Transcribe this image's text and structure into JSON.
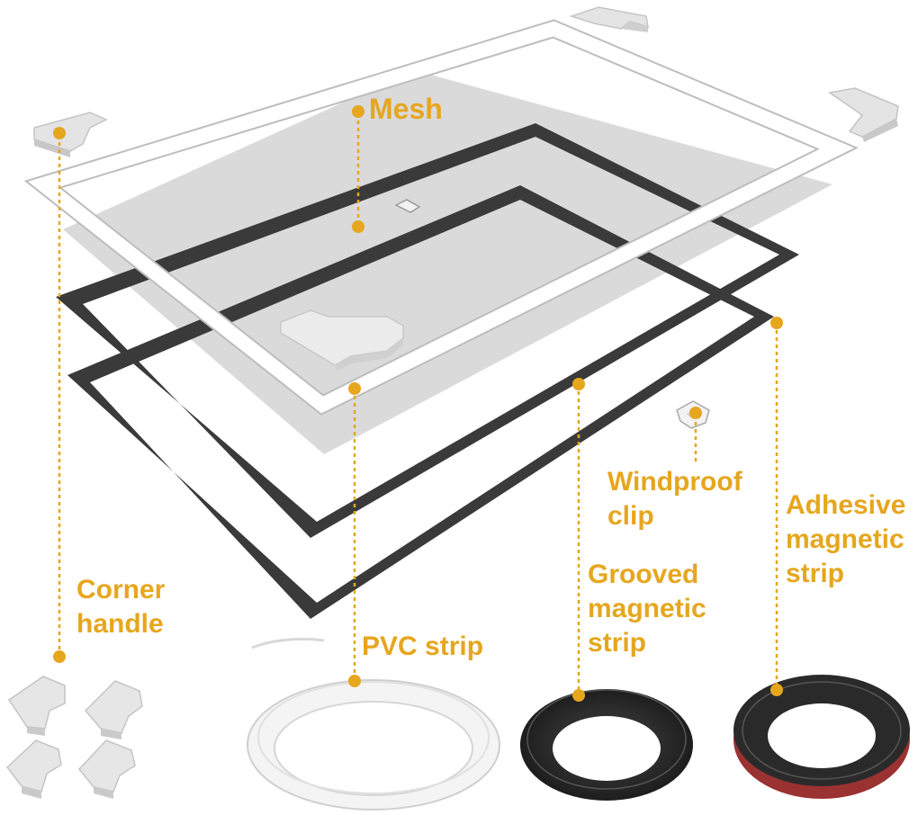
{
  "colors": {
    "accent": "#e6a61e",
    "mesh_gray": "#dadada",
    "magnet_dark": "#3a3a3a",
    "adhesive_red": "#9a3232",
    "pvc_white": "#f4f4f4"
  },
  "labels": {
    "mesh": {
      "lines": [
        "Mesh"
      ]
    },
    "windproof_clip": {
      "lines": [
        "Windproof",
        "clip"
      ]
    },
    "adhesive_magnetic_strip": {
      "lines": [
        "Adhesive",
        "magnetic",
        "strip"
      ]
    },
    "corner_handle": {
      "lines": [
        "Corner",
        "handle"
      ]
    },
    "grooved_magnetic_strip": {
      "lines": [
        "Grooved",
        "magnetic",
        "strip"
      ]
    },
    "pvc_strip": {
      "lines": [
        "PVC strip"
      ]
    }
  }
}
